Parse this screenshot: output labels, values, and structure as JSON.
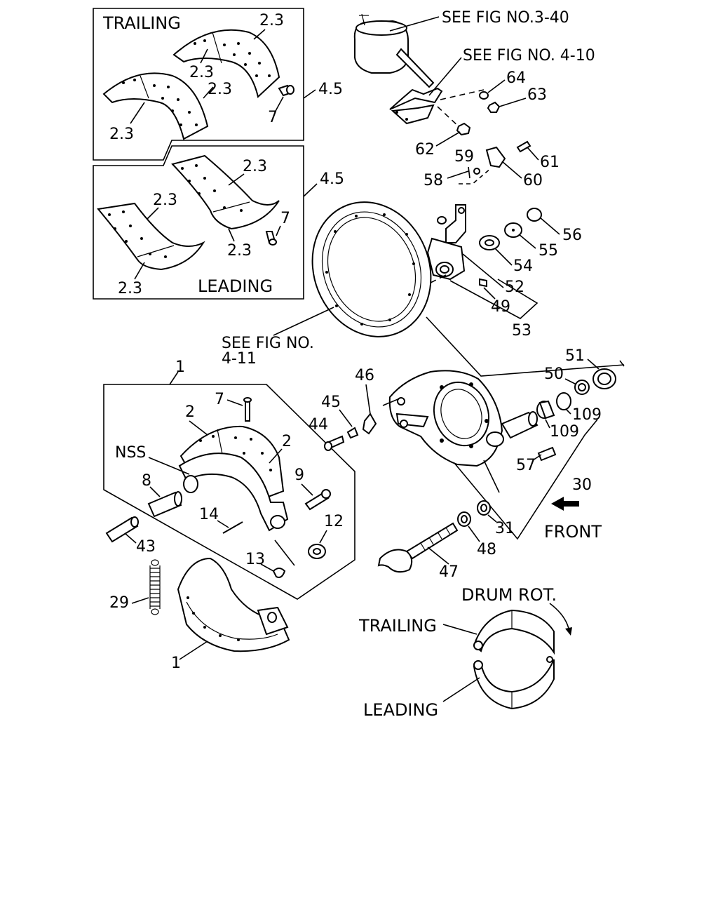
{
  "inset_trailing": {
    "title": "TRAILING",
    "labels": [
      "2.3",
      "2.3",
      "2.3",
      "2.3",
      "7"
    ],
    "callout": "4.5"
  },
  "inset_leading": {
    "title": "LEADING",
    "labels": [
      "2.3",
      "2.3",
      "2.3",
      "2.3",
      "7"
    ],
    "callout": "4.5"
  },
  "refs": {
    "fig_3_40": "SEE FIG NO.3-40",
    "fig_4_10": "SEE FIG NO. 4-10",
    "fig_4_11_line1": "SEE FIG NO.",
    "fig_4_11_line2": "4-11"
  },
  "parts": {
    "p1_top": "1",
    "p1_bottom": "1",
    "p2_left": "2",
    "p2_right": "2",
    "p7": "7",
    "nss": "NSS",
    "p8": "8",
    "p9": "9",
    "p12": "12",
    "p13": "13",
    "p14": "14",
    "p29": "29",
    "p30": "30",
    "p31": "31",
    "p43": "43",
    "p44": "44",
    "p45": "45",
    "p46": "46",
    "p47": "47",
    "p48": "48",
    "p49": "49",
    "p50": "50",
    "p51": "51",
    "p52": "52",
    "p53": "53",
    "p54": "54",
    "p55": "55",
    "p56": "56",
    "p57": "57",
    "p58": "58",
    "p59": "59",
    "p60": "60",
    "p61": "61",
    "p62": "62",
    "p63": "63",
    "p64": "64",
    "p109a": "109",
    "p109b": "109"
  },
  "front": "FRONT",
  "rotation_diagram": {
    "drum_rot": "DRUM ROT.",
    "trailing": "TRAILING",
    "leading": "LEADING"
  }
}
